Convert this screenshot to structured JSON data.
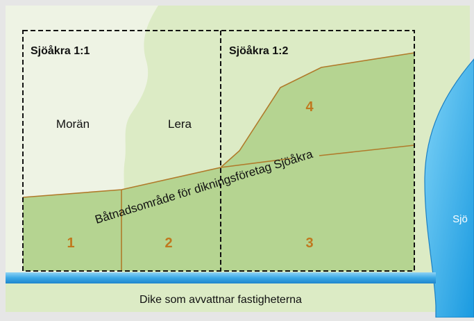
{
  "properties": {
    "left_title": "Sjöåkra 1:1",
    "right_title": "Sjöåkra 1:2"
  },
  "soils": {
    "moraine": "Morän",
    "clay": "Lera"
  },
  "area_label": "Båtnadsområde för dikningsföretag Sjöåkra",
  "parcels": [
    "1",
    "2",
    "3",
    "4"
  ],
  "lake_label": "Sjö",
  "ditch_label": "Dike som avvattnar fastigheterna",
  "colors": {
    "background_frame": "#e6e6e6",
    "moraine_light": "#eef3e4",
    "clay_green": "#dcebc5",
    "benefit_area": "#b5d491",
    "parcel_line": "#b07a2a",
    "parcel_number": "#c0781e",
    "lake": "#29a9e6",
    "ditch": "#2e9fe0"
  }
}
